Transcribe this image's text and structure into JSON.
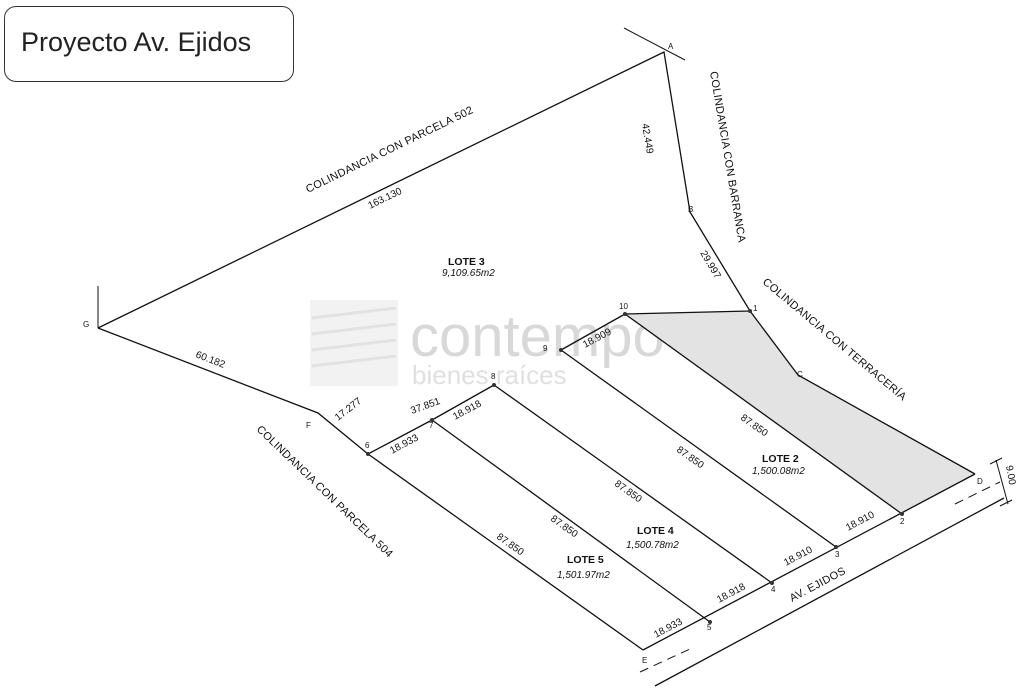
{
  "title": "Proyecto Av. Ejidos",
  "boundaries": {
    "parcela_502": "COLINDANCIA CON PARCELA 502",
    "barranca": "COLINDANCIA CON BARRANCA",
    "terraceria": "COLINDANCIA CON TERRACERÍA",
    "parcela_504": "COLINDANCIA CON PARCELA 504",
    "avenida": "AV. EJIDOS"
  },
  "lots": [
    {
      "name": "LOTE 3",
      "area": "9,109.65m2"
    },
    {
      "name": "LOTE 2",
      "area": "1,500.08m2"
    },
    {
      "name": "LOTE 4",
      "area": "1,500.78m2"
    },
    {
      "name": "LOTE 5",
      "area": "1,501.97m2"
    }
  ],
  "points": {
    "A": "A",
    "B": "B",
    "C": "C",
    "D": "D",
    "E": "E",
    "F": "F",
    "G": "G",
    "p1": "1",
    "p2": "2",
    "p3": "3",
    "p4": "4",
    "p5": "5",
    "p6": "6",
    "p7": "7",
    "p8": "8",
    "p9": "9",
    "p10": "10"
  },
  "dimensions": {
    "ga": "163.130",
    "ab": "42.449",
    "b1": "29.997",
    "gf": "60.182",
    "f6": "17.277",
    "seg_7_8": "37.851",
    "seg_6_7": "18.933",
    "seg_7_8_b": "18.918",
    "seg_9_10": "18.909",
    "lot2_upper": "87.850",
    "lot2_lower": "87.850",
    "lot4_upper": "87.850",
    "lot4_lower": "87.850",
    "lot5_left": "87.850",
    "seg_2_3": "18.910",
    "seg_3_4": "18.910",
    "seg_4_5": "18.918",
    "seg_5_E": "18.933",
    "road_width": "9.00"
  },
  "watermark": {
    "main": "contempo",
    "sub": "bienes raíces"
  },
  "colors": {
    "shaded_area": "#e3e3e3",
    "lines": "#111111"
  }
}
